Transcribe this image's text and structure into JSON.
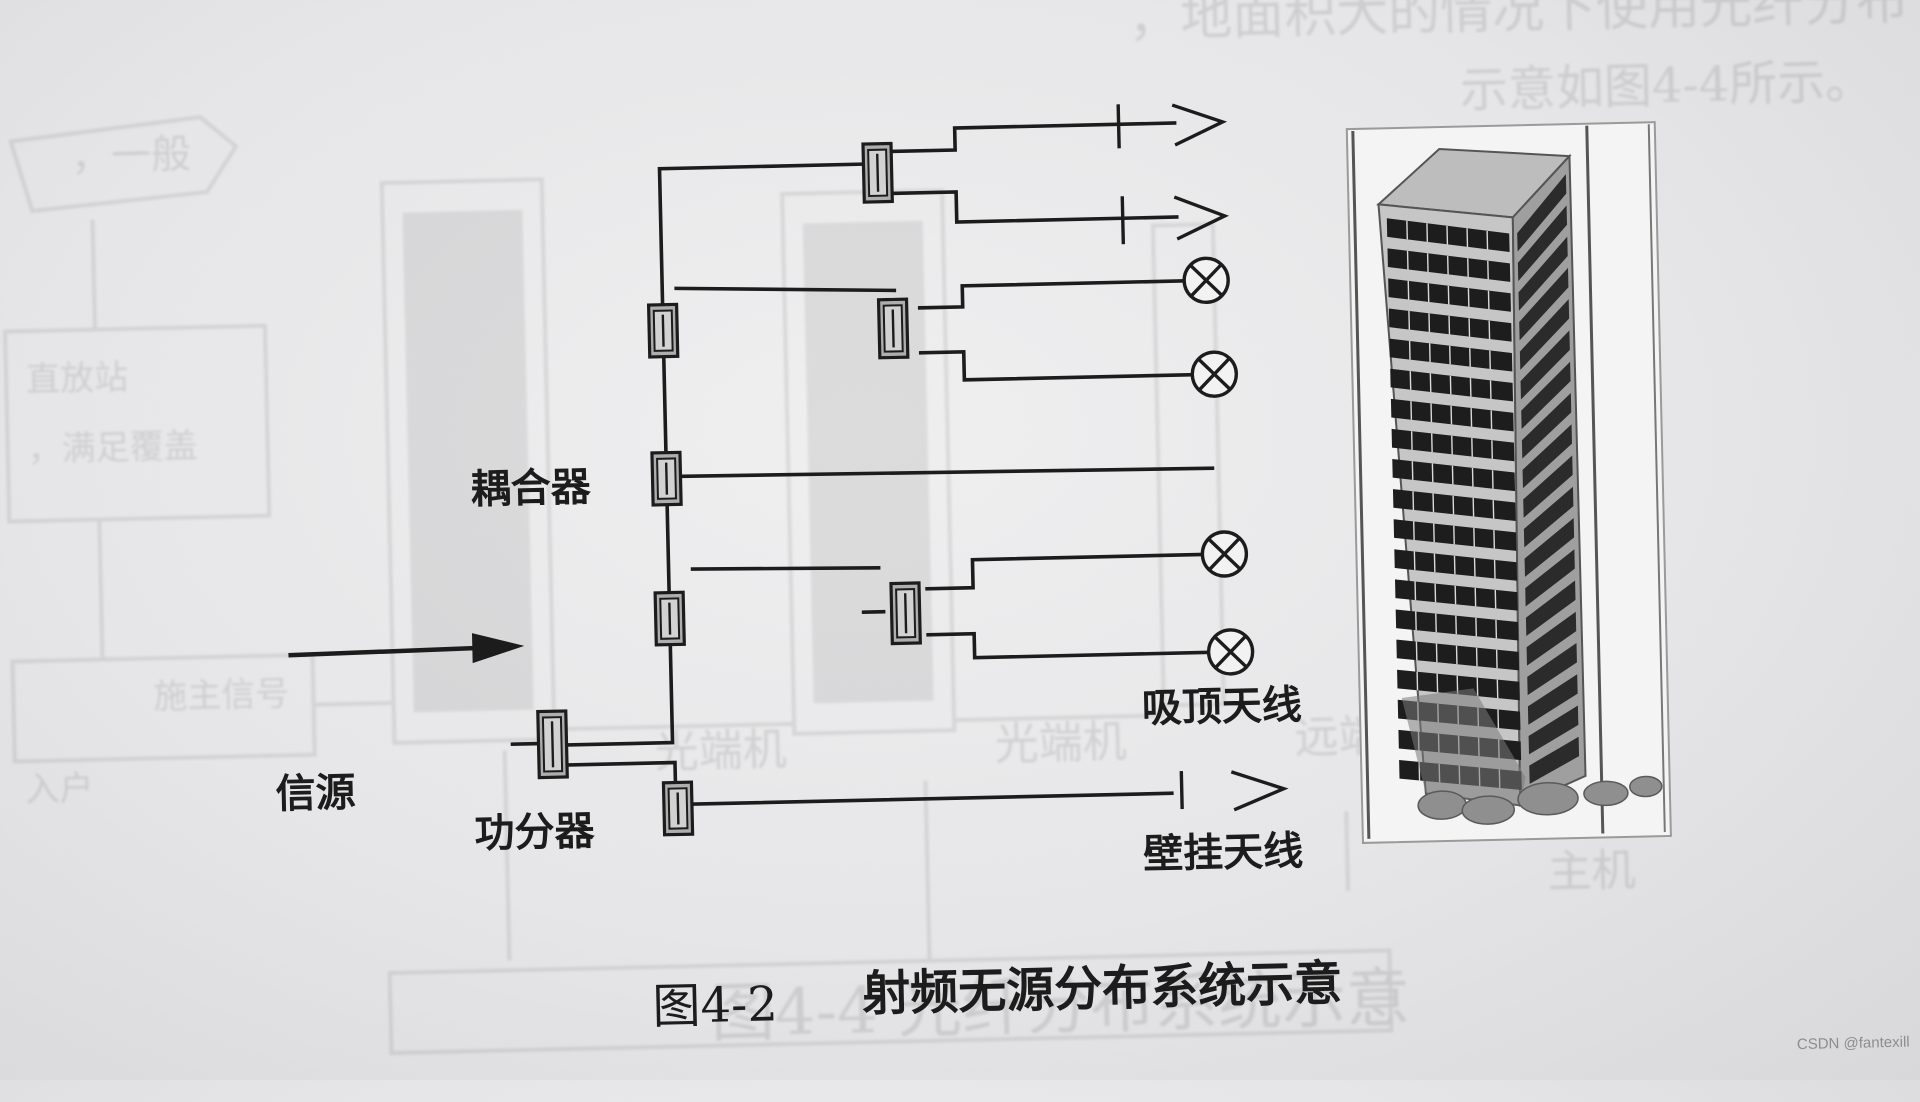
{
  "diagram": {
    "labels": {
      "coupler": "耦合器",
      "signal_source": "信源",
      "power_splitter": "功分器",
      "ceiling_antenna": "吸顶天线",
      "wall_antenna": "壁挂天线"
    },
    "caption": {
      "figure_number": "图4-2",
      "title": "射频无源分布系统示意"
    }
  },
  "bleed_through": {
    "top_right_line1": "，地面积大的情况下使用光纤分布系统组网",
    "top_right_line2": "示意如图4-4所示。",
    "left_box_1": "，一般",
    "left_box_2": "直放站",
    "left_box_3": "，满足覆盖",
    "left_box_4": "施主信号",
    "left_box_5": "入户",
    "label_1": "光端机",
    "label_2": "光端机",
    "label_3": "远端机",
    "label_4": "主机",
    "bottom_caption": "图4-4 光纤分布系统示意"
  },
  "watermark": "CSDN @fantexill",
  "colors": {
    "ink": "#1c1c1c",
    "paper": "#ececee",
    "device_fill": "#aeaeae",
    "building_glass": "#1d1d1d",
    "building_wall": "#c6c6c6"
  }
}
